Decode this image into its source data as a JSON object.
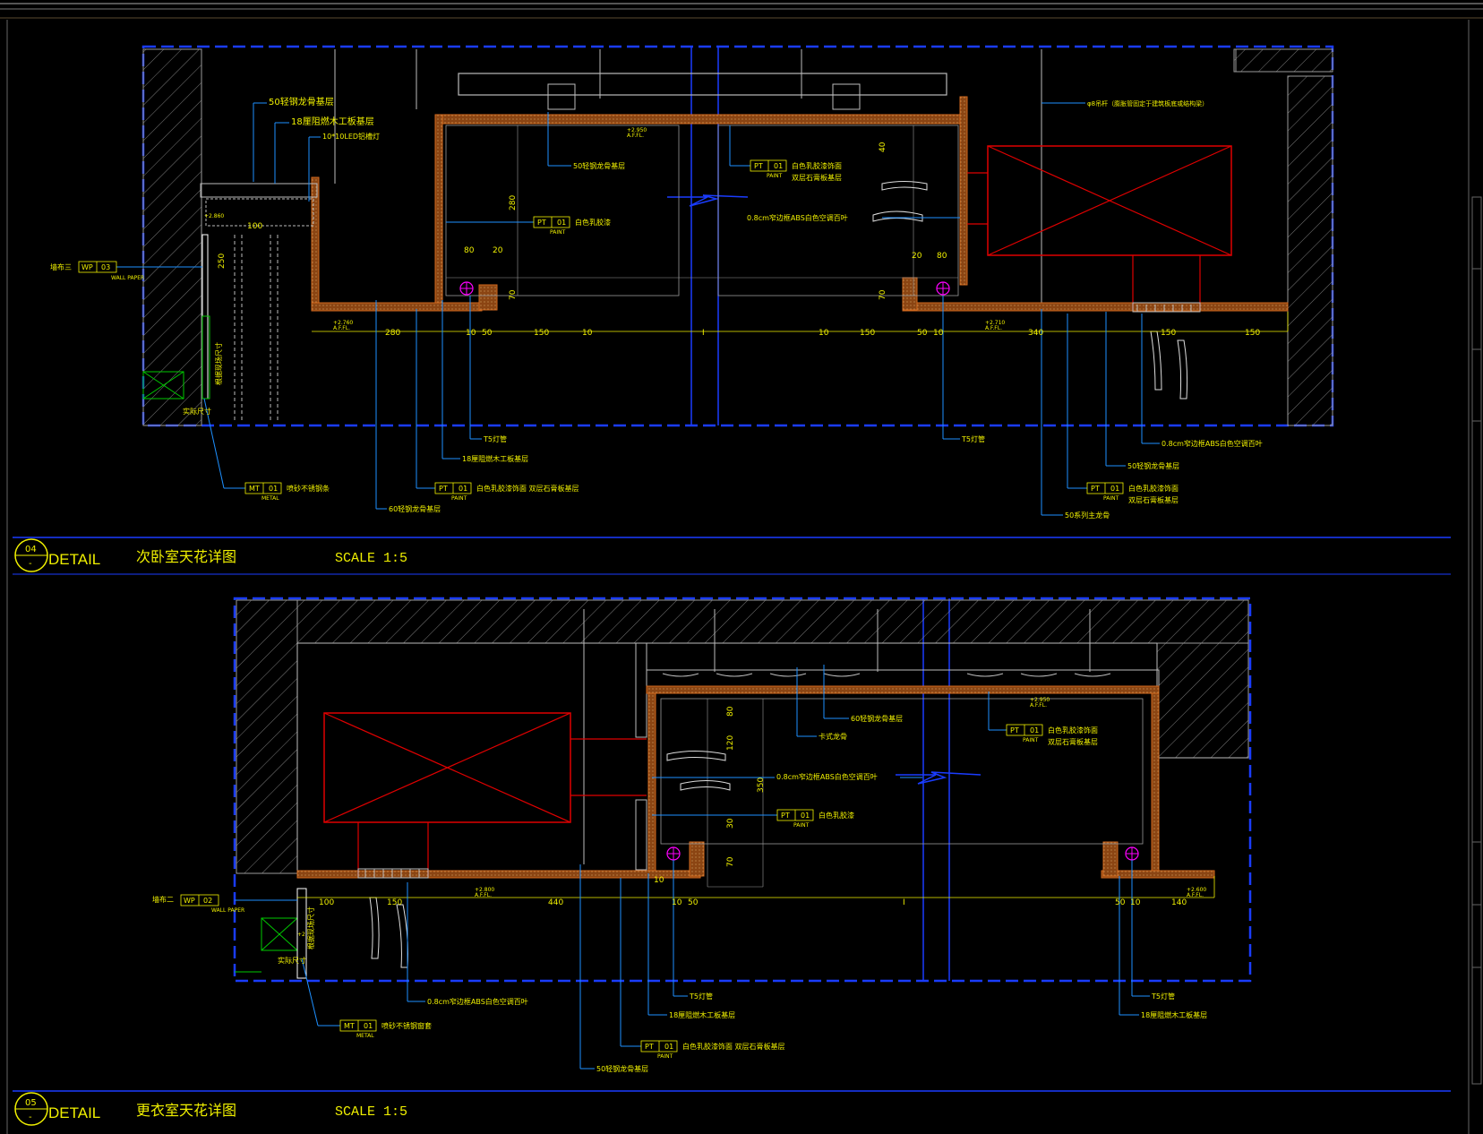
{
  "colors": {
    "background": "#000000",
    "border": "#1a3cff",
    "leader": "#1e90ff",
    "text": "#f0f000",
    "wood": "#d2691e",
    "equipment": "#e00000",
    "fixture": "#ff00ff",
    "green": "#00c800"
  },
  "detail_04": {
    "number": "04",
    "dash": "-",
    "label": "DETAIL",
    "title": "次卧室天花详图",
    "scale": "SCALE  1:5",
    "notes": {
      "n1": "50轻钢龙骨基层",
      "n2": "18厘阻燃木工板基层",
      "n3": "10*10LED铝槽灯",
      "n4": "50轻钢龙骨基层",
      "n5": "白色乳胶漆饰面",
      "n5b": "双层石膏板基层",
      "n6": "白色乳胶漆",
      "n7": "0.8cm窄边框ABS白色空调百叶",
      "n8": "φ8吊杆（膨胀管固定于建筑板底或结构梁）",
      "n9": "T5灯管",
      "n10": "18厘阻燃木工板基层",
      "n11": "白色乳胶漆饰面 双层石膏板基层",
      "n12": "60轻钢龙骨基层",
      "n13": "喷砂不锈钢条",
      "n14": "T5灯管",
      "n15": "0.8cm窄边框ABS白色空调百叶",
      "n16": "50轻钢龙骨基层",
      "n17": "白色乳胶漆饰面",
      "n17b": "双层石膏板基层",
      "n18": "50系列主龙骨",
      "wall": "墙布三",
      "actual": "实际尺寸",
      "site": "根据现场尺寸"
    },
    "tags": {
      "pt": "PT",
      "pt_num": "01",
      "paint": "PAINT",
      "wp": "WP",
      "wp_num": "03",
      "wallpaper": "WALL PAPER",
      "mt": "MT",
      "mt_num": "01",
      "metal": "METAL"
    },
    "levels": {
      "l1": "+2.860",
      "l2": "+2.760",
      "l3": "+2.950",
      "l4": "+2.710",
      "afl": "A.F.FL."
    },
    "dims": {
      "d100": "100",
      "d250": "250",
      "d280": "280",
      "d10": "10",
      "d50": "50",
      "d150": "150",
      "dI": "I",
      "d340": "340",
      "d80": "80",
      "d20": "20",
      "d70": "70",
      "d40": "40"
    }
  },
  "detail_05": {
    "number": "05",
    "dash": "-",
    "label": "DETAIL",
    "title": "更衣室天花详图",
    "scale": "SCALE  1:5",
    "notes": {
      "n1": "60轻钢龙骨基层",
      "n2": "卡式龙骨",
      "n3": "白色乳胶漆饰面",
      "n3b": "双层石膏板基层",
      "n4": "0.8cm窄边框ABS白色空调百叶",
      "n5": "白色乳胶漆",
      "n6": "0.8cm窄边框ABS白色空调百叶",
      "n7": "喷砂不锈钢窗套",
      "n8": "T5灯管",
      "n9": "18厘阻燃木工板基层",
      "n10": "白色乳胶漆饰面 双层石膏板基层",
      "n11": "50轻钢龙骨基层",
      "n12": "T5灯管",
      "n13": "18厘阻燃木工板基层",
      "wall": "墙布二",
      "actual": "实际尺寸",
      "site": "根据现场尺寸"
    },
    "tags": {
      "pt": "PT",
      "pt_num": "01",
      "paint": "PAINT",
      "wp": "WP",
      "wp_num": "02",
      "wallpaper": "WALL PAPER",
      "mt": "MT",
      "mt_num": "01",
      "metal": "METAL"
    },
    "levels": {
      "l1": "+2.800",
      "l2": "+2.950",
      "l3": "+2.600",
      "l4": "+2",
      "afl": "A.F.FL."
    },
    "dims": {
      "d100": "100",
      "d150": "150",
      "d440": "440",
      "d10": "10",
      "d50": "50",
      "dI": "I",
      "d140": "140",
      "d80": "80",
      "d120": "120",
      "d350": "350",
      "d70": "70",
      "d30": "30"
    }
  }
}
